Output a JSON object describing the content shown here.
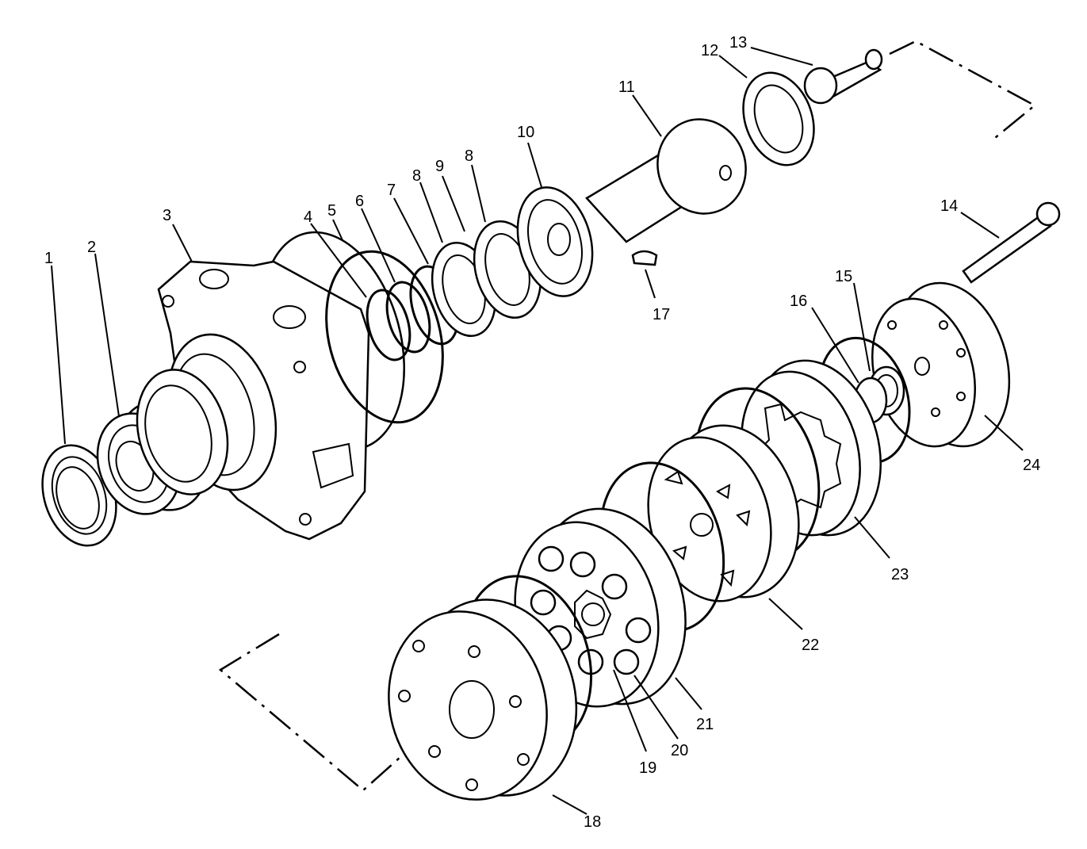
{
  "diagram": {
    "callouts": [
      {
        "id": "1",
        "text": "1"
      },
      {
        "id": "2",
        "text": "2"
      },
      {
        "id": "3",
        "text": "3"
      },
      {
        "id": "4",
        "text": "4"
      },
      {
        "id": "5",
        "text": "5"
      },
      {
        "id": "6",
        "text": "6"
      },
      {
        "id": "7",
        "text": "7"
      },
      {
        "id": "8a",
        "text": "8"
      },
      {
        "id": "9",
        "text": "9"
      },
      {
        "id": "8b",
        "text": "8"
      },
      {
        "id": "10",
        "text": "10"
      },
      {
        "id": "11",
        "text": "11"
      },
      {
        "id": "12",
        "text": "12"
      },
      {
        "id": "13",
        "text": "13"
      },
      {
        "id": "14",
        "text": "14"
      },
      {
        "id": "15",
        "text": "15"
      },
      {
        "id": "16",
        "text": "16"
      },
      {
        "id": "17",
        "text": "17"
      },
      {
        "id": "18",
        "text": "18"
      },
      {
        "id": "19",
        "text": "19"
      },
      {
        "id": "20",
        "text": "20"
      },
      {
        "id": "21",
        "text": "21"
      },
      {
        "id": "22",
        "text": "22"
      },
      {
        "id": "23",
        "text": "23"
      },
      {
        "id": "24",
        "text": "24"
      }
    ]
  }
}
